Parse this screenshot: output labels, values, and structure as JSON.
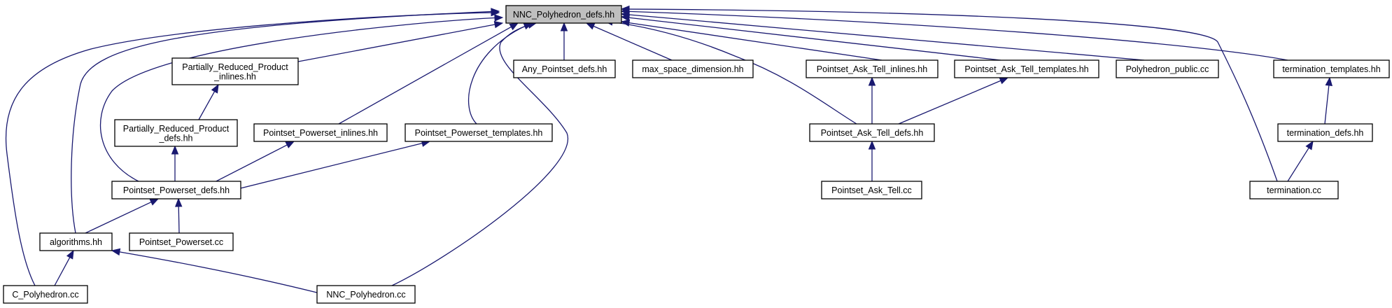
{
  "colors": {
    "edge": "#191970",
    "root_fill": "#bfbfbf",
    "node_fill": "#ffffff",
    "border": "#000000"
  },
  "nodes": [
    {
      "id": "nnc_defs",
      "lines": [
        "NNC_Polyhedron_defs.hh"
      ],
      "root": true
    },
    {
      "id": "prp_inlines",
      "lines": [
        "Partially_Reduced_Product",
        "_inlines.hh"
      ]
    },
    {
      "id": "prp_defs",
      "lines": [
        "Partially_Reduced_Product",
        "_defs.hh"
      ]
    },
    {
      "id": "pp_inlines",
      "lines": [
        "Pointset_Powerset_inlines.hh"
      ]
    },
    {
      "id": "pp_templates",
      "lines": [
        "Pointset_Powerset_templates.hh"
      ]
    },
    {
      "id": "pp_defs",
      "lines": [
        "Pointset_Powerset_defs.hh"
      ]
    },
    {
      "id": "algorithms",
      "lines": [
        "algorithms.hh"
      ]
    },
    {
      "id": "pp_cc",
      "lines": [
        "Pointset_Powerset.cc"
      ]
    },
    {
      "id": "c_poly",
      "lines": [
        "C_Polyhedron.cc"
      ]
    },
    {
      "id": "nnc_cc",
      "lines": [
        "NNC_Polyhedron.cc"
      ]
    },
    {
      "id": "any_defs",
      "lines": [
        "Any_Pointset_defs.hh"
      ]
    },
    {
      "id": "max_dim",
      "lines": [
        "max_space_dimension.hh"
      ]
    },
    {
      "id": "pat_inlines",
      "lines": [
        "Pointset_Ask_Tell_inlines.hh"
      ]
    },
    {
      "id": "pat_templates",
      "lines": [
        "Pointset_Ask_Tell_templates.hh"
      ]
    },
    {
      "id": "pat_defs",
      "lines": [
        "Pointset_Ask_Tell_defs.hh"
      ]
    },
    {
      "id": "pat_cc",
      "lines": [
        "Pointset_Ask_Tell.cc"
      ]
    },
    {
      "id": "poly_public",
      "lines": [
        "Polyhedron_public.cc"
      ]
    },
    {
      "id": "term_templates",
      "lines": [
        "termination_templates.hh"
      ]
    },
    {
      "id": "term_defs",
      "lines": [
        "termination_defs.hh"
      ]
    },
    {
      "id": "term_cc",
      "lines": [
        "termination.cc"
      ]
    }
  ],
  "edges": [
    {
      "from": "c_poly",
      "to": "nnc_defs"
    },
    {
      "from": "algorithms",
      "to": "nnc_defs"
    },
    {
      "from": "pp_defs",
      "to": "nnc_defs"
    },
    {
      "from": "prp_inlines",
      "to": "nnc_defs"
    },
    {
      "from": "pp_inlines",
      "to": "nnc_defs"
    },
    {
      "from": "pp_templates",
      "to": "nnc_defs"
    },
    {
      "from": "nnc_cc",
      "to": "nnc_defs"
    },
    {
      "from": "any_defs",
      "to": "nnc_defs"
    },
    {
      "from": "max_dim",
      "to": "nnc_defs"
    },
    {
      "from": "pat_defs",
      "to": "nnc_defs"
    },
    {
      "from": "pat_inlines",
      "to": "nnc_defs"
    },
    {
      "from": "pat_templates",
      "to": "nnc_defs"
    },
    {
      "from": "poly_public",
      "to": "nnc_defs"
    },
    {
      "from": "term_templates",
      "to": "nnc_defs"
    },
    {
      "from": "term_cc",
      "to": "nnc_defs"
    },
    {
      "from": "prp_defs",
      "to": "prp_inlines"
    },
    {
      "from": "pp_defs",
      "to": "prp_defs"
    },
    {
      "from": "pp_defs",
      "to": "pp_inlines"
    },
    {
      "from": "pp_defs",
      "to": "pp_templates"
    },
    {
      "from": "algorithms",
      "to": "pp_defs"
    },
    {
      "from": "pp_cc",
      "to": "pp_defs"
    },
    {
      "from": "c_poly",
      "to": "algorithms"
    },
    {
      "from": "nnc_cc",
      "to": "algorithms"
    },
    {
      "from": "pat_defs",
      "to": "pat_inlines"
    },
    {
      "from": "pat_defs",
      "to": "pat_templates"
    },
    {
      "from": "pat_cc",
      "to": "pat_defs"
    },
    {
      "from": "term_defs",
      "to": "term_templates"
    },
    {
      "from": "term_cc",
      "to": "term_defs"
    }
  ]
}
